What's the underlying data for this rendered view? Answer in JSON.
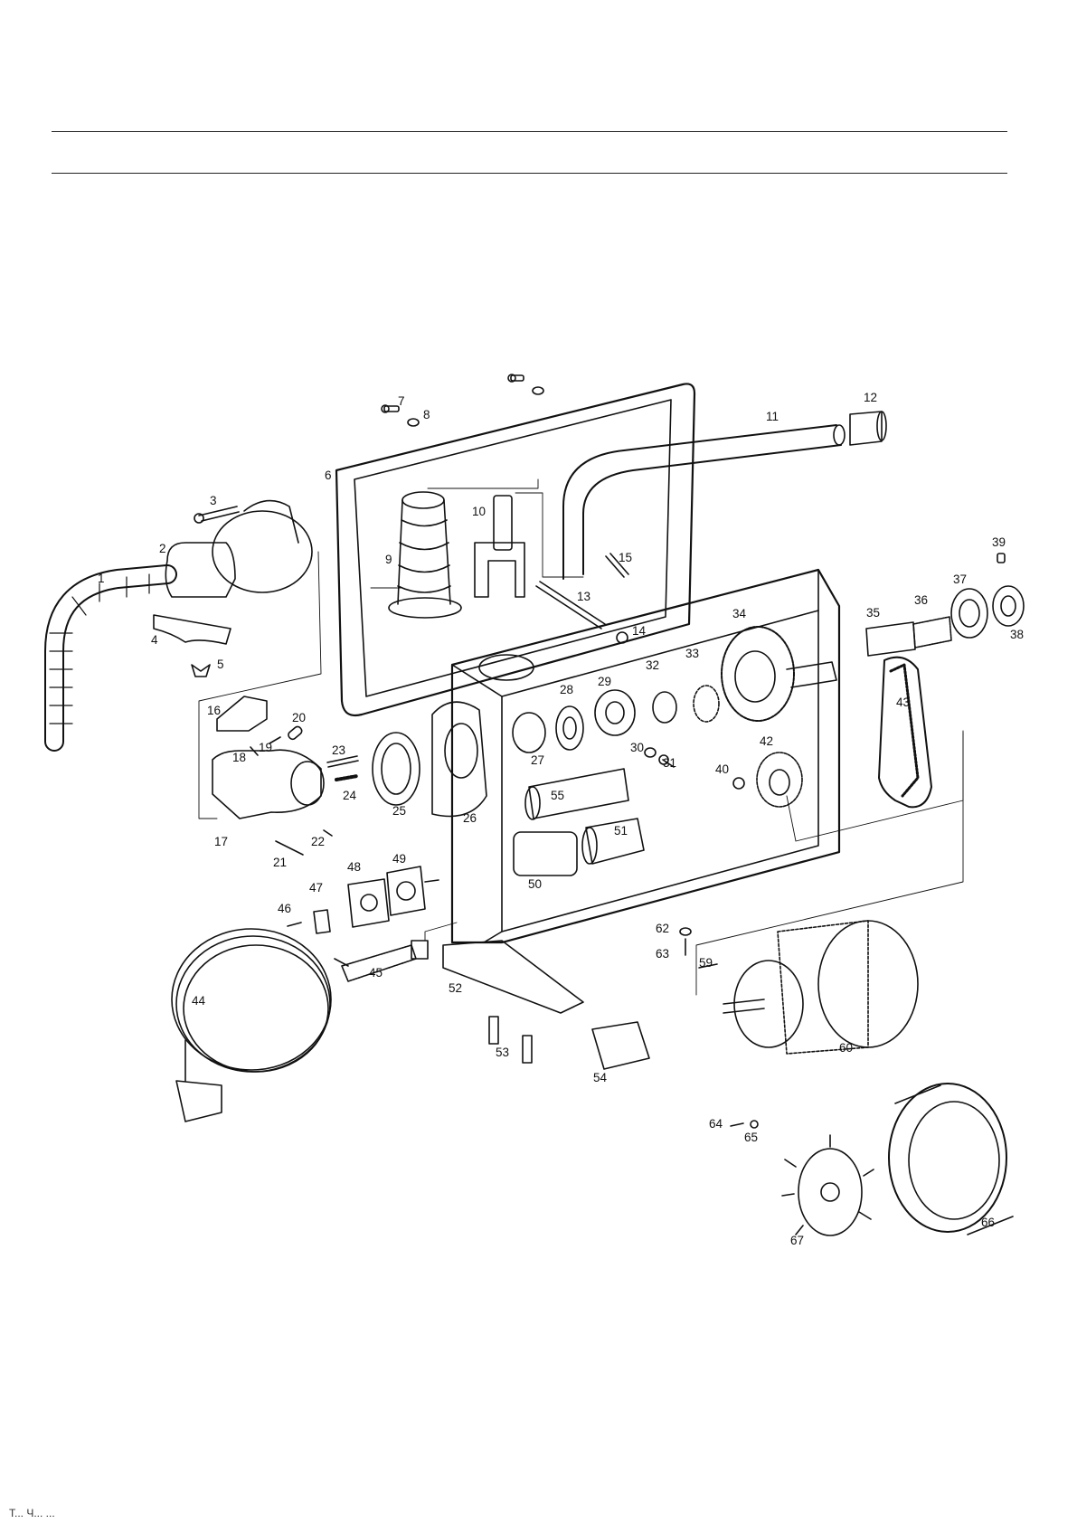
{
  "labels": {
    "p1": "1",
    "p2": "2",
    "p3": "3",
    "p4": "4",
    "p5": "5",
    "p6": "6",
    "p7": "7",
    "p8": "8",
    "p9": "9",
    "p10": "10",
    "p11": "11",
    "p12": "12",
    "p13": "13",
    "p14": "14",
    "p15": "15",
    "p16": "16",
    "p17": "17",
    "p18": "18",
    "p19": "19",
    "p20": "20",
    "p21": "21",
    "p22": "22",
    "p23": "23",
    "p24": "24",
    "p25": "25",
    "p26": "26",
    "p27": "27",
    "p28": "28",
    "p29": "29",
    "p30": "30",
    "p31": "31",
    "p32": "32",
    "p33": "33",
    "p34": "34",
    "p35": "35",
    "p36": "36",
    "p37": "37",
    "p38": "38",
    "p39": "39",
    "p40": "40",
    "p42": "42",
    "p43": "43",
    "p44": "44",
    "p45": "45",
    "p46": "46",
    "p47": "47",
    "p48": "48",
    "p49": "49",
    "p50": "50",
    "p51": "51",
    "p52": "52",
    "p53": "53",
    "p54": "54",
    "p55": "55",
    "p59": "59",
    "p60": "60",
    "p62": "62",
    "p63": "63",
    "p64": "64",
    "p65": "65",
    "p66": "66",
    "p67": "67"
  },
  "footer": "Т...  Ч...  ..."
}
